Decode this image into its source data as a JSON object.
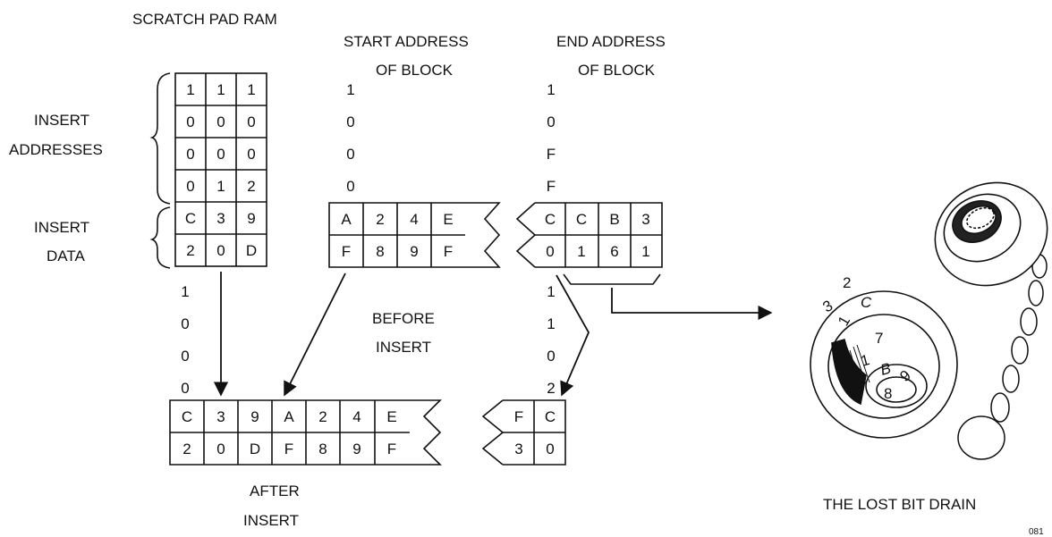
{
  "labels": {
    "scratch_pad_ram": "SCRATCH PAD RAM",
    "start_address_1": "START ADDRESS",
    "start_address_2": "OF BLOCK",
    "end_address_1": "END ADDRESS",
    "end_address_2": "OF BLOCK",
    "insert_addresses_1": "INSERT",
    "insert_addresses_2": "ADDRESSES",
    "insert_data_1": "INSERT",
    "insert_data_2": "DATA",
    "before_insert_1": "BEFORE",
    "before_insert_2": "INSERT",
    "after_insert_1": "AFTER",
    "after_insert_2": "INSERT",
    "lost_bit_drain": "THE LOST BIT DRAIN",
    "figure_code": "081"
  },
  "scratch_pad_ram": {
    "insert_addresses": [
      [
        "1",
        "1",
        "1"
      ],
      [
        "0",
        "0",
        "0"
      ],
      [
        "0",
        "0",
        "0"
      ],
      [
        "0",
        "1",
        "2"
      ]
    ],
    "insert_data": [
      [
        "C",
        "3",
        "9"
      ],
      [
        "2",
        "0",
        "D"
      ]
    ]
  },
  "start_address_bits": [
    "1",
    "0",
    "0",
    "0"
  ],
  "end_address_bits": [
    "1",
    "0",
    "F",
    "F"
  ],
  "before_insert": {
    "start_block": [
      [
        "A",
        "2",
        "4",
        "E"
      ],
      [
        "F",
        "8",
        "9",
        "F"
      ]
    ],
    "end_block": [
      [
        "C",
        "C",
        "B",
        "3"
      ],
      [
        "0",
        "1",
        "6",
        "1"
      ]
    ]
  },
  "after_insert": {
    "left_bits": [
      "1",
      "0",
      "0",
      "0"
    ],
    "right_bits": [
      "1",
      "1",
      "0",
      "2"
    ],
    "block": [
      [
        "C",
        "3",
        "9",
        "A",
        "2",
        "4",
        "E"
      ],
      [
        "2",
        "0",
        "D",
        "F",
        "8",
        "9",
        "F"
      ]
    ],
    "end_block": [
      [
        "F",
        "C"
      ],
      [
        "3",
        "0"
      ]
    ]
  },
  "drain": {
    "spilled_digits": [
      "3",
      "2",
      "C",
      "1",
      "7",
      "1",
      "B",
      "9",
      "8"
    ]
  }
}
